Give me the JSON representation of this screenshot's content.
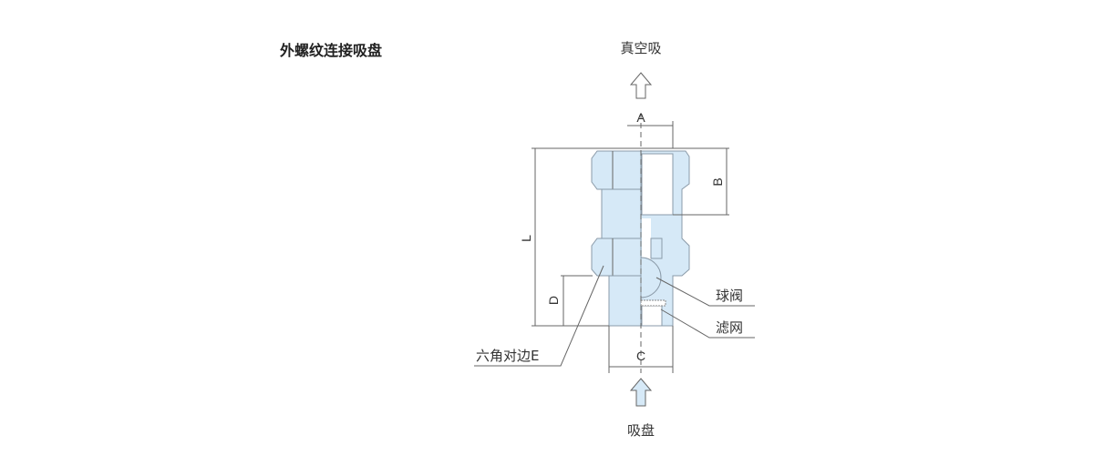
{
  "title": "外螺纹连接吸盘",
  "labels": {
    "top_flow": "真空吸",
    "bottom_flow": "吸盘",
    "ball_valve": "球阀",
    "filter": "滤网",
    "hex_across_flats": "六角对边E"
  },
  "dimensions": {
    "A": "A",
    "B": "B",
    "C": "C",
    "D": "D",
    "L": "L"
  },
  "colors": {
    "part_fill": "#d6e9f7",
    "outline": "#8a9aa8"
  }
}
